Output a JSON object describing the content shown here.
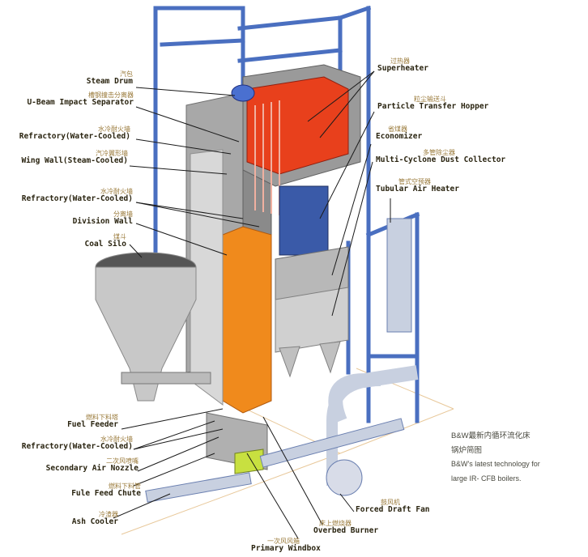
{
  "labels_left": [
    {
      "cn": "汽包",
      "en": "Steam Drum"
    },
    {
      "cn": "槽钢撞击分离器",
      "en": "U-Beam Impact Separator"
    },
    {
      "cn": "水冷耐火墙",
      "en": "Refractory(Water-Cooled)"
    },
    {
      "cn": "汽冷翼形墙",
      "en": "Wing Wall(Steam-Cooled)"
    },
    {
      "cn": "水冷耐火墙",
      "en": "Refractory(Water-Cooled)"
    },
    {
      "cn": "分离墙",
      "en": "Division Wall"
    },
    {
      "cn": "煤斗",
      "en": "Coal Silo"
    },
    {
      "cn": "燃料下料塔",
      "en": "Fuel Feeder"
    },
    {
      "cn": "水冷耐火墙",
      "en": "Refractory(Water-Cooled)"
    },
    {
      "cn": "二次风喷嘴",
      "en": "Secondary Air Nozzle"
    },
    {
      "cn": "燃料下料管",
      "en": "Fule Feed Chute"
    },
    {
      "cn": "冷渣器",
      "en": "Ash Cooler"
    }
  ],
  "labels_right": [
    {
      "cn": "过热器",
      "en": "Superheater"
    },
    {
      "cn": "粒尘输送斗",
      "en": "Particle Transfer Hopper"
    },
    {
      "cn": "省煤器",
      "en": "Economizer"
    },
    {
      "cn": "多管除尘器",
      "en": "Multi-Cyclone Dust Collector"
    },
    {
      "cn": "管式空预器",
      "en": "Tubular Air Heater"
    }
  ],
  "labels_bottom": [
    {
      "cn": "鼓风机",
      "en": "Forced Draft Fan"
    },
    {
      "cn": "床上燃烧器",
      "en": "Overbed Burner"
    },
    {
      "cn": "一次风风箱",
      "en": "Primary Windbox"
    }
  ],
  "caption": {
    "cn_line1": "B&W最新内循环流化床",
    "cn_line2": "锅炉简图",
    "en_line1": "B&W's  latest technology for",
    "en_line2": "large IR- CFB boilers."
  },
  "colors": {
    "frame": "#4a6fc0",
    "furnace": "#f08a1c",
    "superheater": "#e8401c",
    "casing": "#a8a8a8",
    "bed": "#c8e040"
  }
}
